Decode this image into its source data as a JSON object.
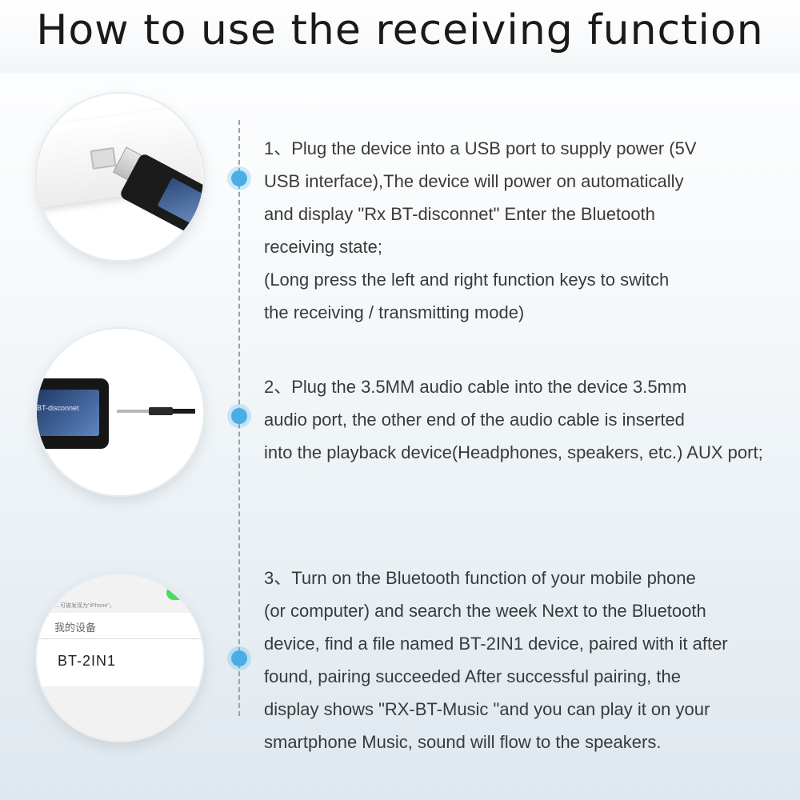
{
  "page": {
    "title": "How to use the receiving function",
    "accent_color": "#4aaee6"
  },
  "steps": [
    {
      "text": "1、Plug the device into a USB port to supply power (5V\nUSB interface),The device will power on automatically\nand display \"Rx BT-disconnet\" Enter the Bluetooth\nreceiving state;\n(Long press the left and right function keys to switch\nthe receiving / transmitting mode)",
      "image_icon": "usb-charger-dongle-icon"
    },
    {
      "text": "2、Plug the 3.5MM audio cable into the device 3.5mm\naudio port, the other end of the audio cable is inserted\ninto the playback device(Headphones, speakers, etc.) AUX port;",
      "image_icon": "audio-jack-dongle-icon",
      "screen_label": "BT-disconnet"
    },
    {
      "text": "3、Turn on the Bluetooth function of your mobile phone\n(or computer) and search the week Next to the Bluetooth\ndevice, find a file named BT-2IN1 device, paired with it after\nfound, pairing succeeded After successful pairing, the\ndisplay shows \"RX-BT-Music \"and you can play it on your\nsmartphone Music, sound will flow to the speakers.",
      "image_icon": "phone-bluetooth-settings-icon",
      "phone_hint": "…可被发现为\"iPhone\"。",
      "phone_section": "我的设备",
      "phone_device": "BT-2IN1"
    }
  ]
}
